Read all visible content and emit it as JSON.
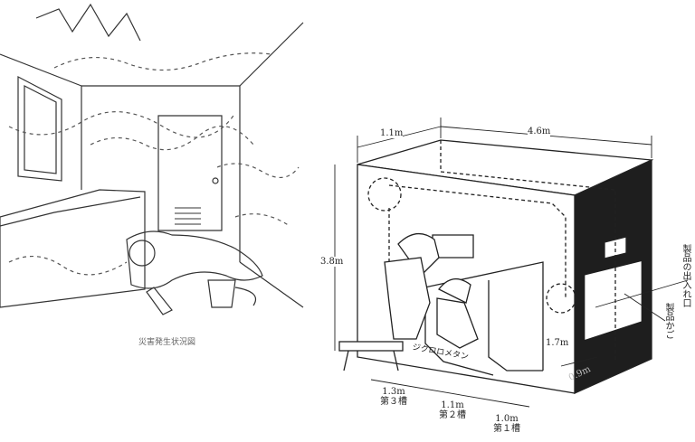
{
  "left_figure": {
    "caption": "災害発生状況図"
  },
  "right_figure": {
    "dimensions": {
      "depth": "1.1m",
      "width": "4.6m",
      "height": "3.8m",
      "tank_height": "1.7m",
      "door_gap": "0.9m"
    },
    "tanks": [
      {
        "length": "1.3m",
        "name": "第３槽"
      },
      {
        "length": "1.1m",
        "name": "第２槽"
      },
      {
        "length": "1.0m",
        "name": "第１槽"
      }
    ],
    "labels": {
      "solvent": "ジクロロメタン",
      "basket": "製品かご",
      "product_port": "製品の出入れ口"
    }
  }
}
